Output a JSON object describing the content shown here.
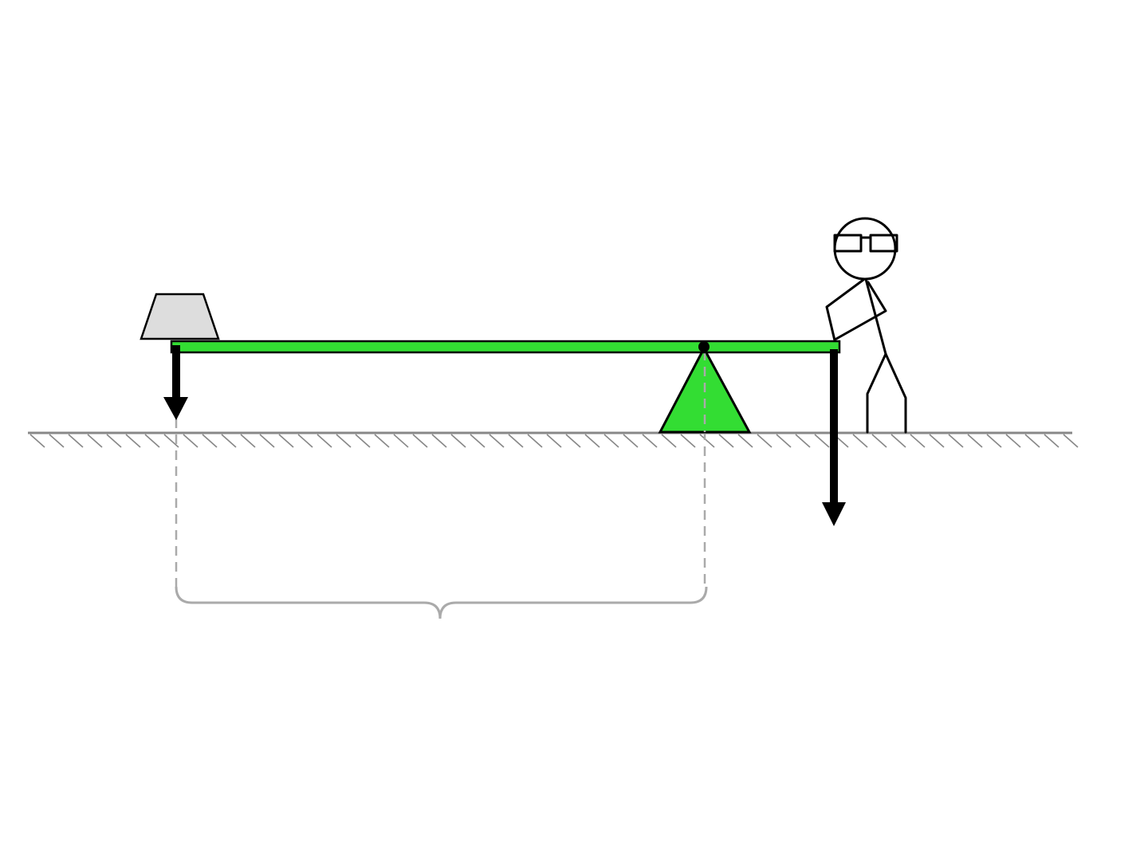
{
  "diagram": {
    "type": "lever",
    "description_labels": [],
    "colors": {
      "beam": "#33dd33",
      "fulcrum": "#33dd33",
      "weight": "#dddddd",
      "ground": "#888888",
      "dimension": "#aaaaaa",
      "force": "#000000",
      "outline": "#000000",
      "background": "#ffffff"
    },
    "elements": {
      "beam": "lever-beam",
      "fulcrum": "fulcrum-triangle",
      "pivot": "pivot-point",
      "load": "load-weight",
      "person": "stick-figure-person",
      "load_force": "load-force-arrow",
      "effort_force": "effort-force-arrow",
      "ground": "ground-line",
      "load_arm": "load-arm-brace"
    }
  }
}
